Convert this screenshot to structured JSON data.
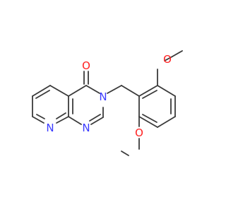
{
  "molecule": {
    "atoms": [
      {
        "element": "O",
        "label": "O",
        "color": "#ff2020"
      },
      {
        "element": "N",
        "label": "N",
        "color": "#3b3bff"
      },
      {
        "element": "N",
        "label": "N",
        "color": "#3b3bff"
      },
      {
        "element": "N",
        "label": "N",
        "color": "#3b3bff"
      },
      {
        "element": "O",
        "label": "O",
        "color": "#ff2020"
      },
      {
        "element": "O",
        "label": "O",
        "color": "#ff2020"
      }
    ]
  }
}
